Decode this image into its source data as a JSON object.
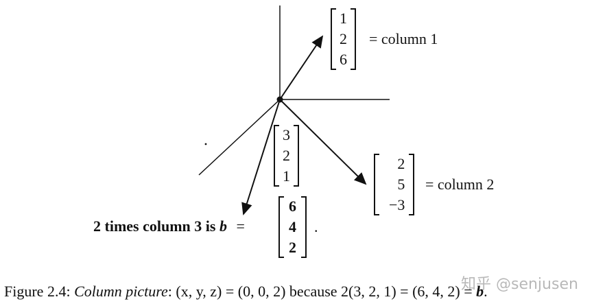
{
  "column1": {
    "entries": [
      "1",
      "2",
      "6"
    ],
    "label": "= column 1"
  },
  "column2": {
    "entries": [
      "2",
      "5",
      "−3"
    ],
    "label": "= column 2"
  },
  "column3": {
    "entries": [
      "3",
      "2",
      "1"
    ]
  },
  "b_vector": {
    "entries": [
      "6",
      "4",
      "2"
    ],
    "prefix": "2 times column 3 is",
    "symbol": "b",
    "equals": "=",
    "suffix": "."
  },
  "caption": {
    "figure": "Figure 2.4:",
    "title": "Column picture",
    "text": ": (x, y, z) = (0, 0, 2) because 2(3, 2, 1) = (6, 4, 2) = ",
    "b": "b",
    "end": "."
  },
  "watermark": "知乎 @senjusen"
}
